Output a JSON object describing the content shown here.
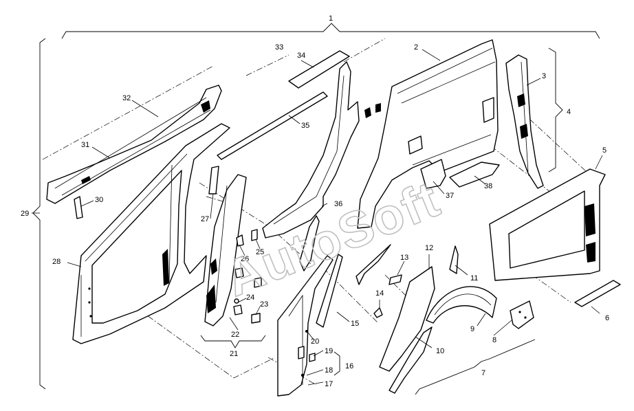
{
  "watermark": "AutoSoft",
  "callouts": [
    {
      "id": "c1",
      "label": "1"
    },
    {
      "id": "c2",
      "label": "2"
    },
    {
      "id": "c3",
      "label": "3"
    },
    {
      "id": "c4",
      "label": "4"
    },
    {
      "id": "c5",
      "label": "5"
    },
    {
      "id": "c6",
      "label": "6"
    },
    {
      "id": "c7",
      "label": "7"
    },
    {
      "id": "c8",
      "label": "8"
    },
    {
      "id": "c9",
      "label": "9"
    },
    {
      "id": "c10",
      "label": "10"
    },
    {
      "id": "c11",
      "label": "11"
    },
    {
      "id": "c12",
      "label": "12"
    },
    {
      "id": "c13",
      "label": "13"
    },
    {
      "id": "c14",
      "label": "14"
    },
    {
      "id": "c15",
      "label": "15"
    },
    {
      "id": "c16",
      "label": "16"
    },
    {
      "id": "c17",
      "label": "17"
    },
    {
      "id": "c18",
      "label": "18"
    },
    {
      "id": "c19",
      "label": "19"
    },
    {
      "id": "c20",
      "label": "20"
    },
    {
      "id": "c21",
      "label": "21"
    },
    {
      "id": "c22",
      "label": "22"
    },
    {
      "id": "c23",
      "label": "23"
    },
    {
      "id": "c24",
      "label": "24"
    },
    {
      "id": "c25",
      "label": "25"
    },
    {
      "id": "c26",
      "label": "26"
    },
    {
      "id": "c27",
      "label": "27"
    },
    {
      "id": "c28",
      "label": "28"
    },
    {
      "id": "c29",
      "label": "29"
    },
    {
      "id": "c30",
      "label": "30"
    },
    {
      "id": "c31",
      "label": "31"
    },
    {
      "id": "c32",
      "label": "32"
    },
    {
      "id": "c33",
      "label": "33"
    },
    {
      "id": "c34",
      "label": "34"
    },
    {
      "id": "c35",
      "label": "35"
    },
    {
      "id": "c36",
      "label": "36"
    },
    {
      "id": "c37",
      "label": "37"
    },
    {
      "id": "c38",
      "label": "38"
    }
  ]
}
